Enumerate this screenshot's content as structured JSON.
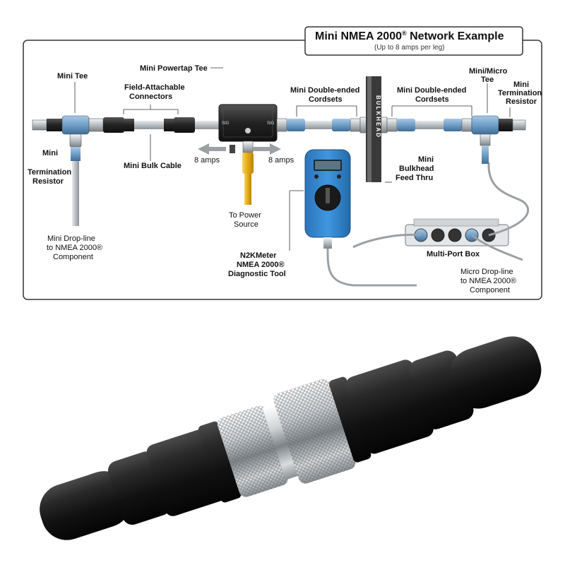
{
  "title": {
    "main": "Mini NMEA 2000",
    "reg": "®",
    "rest": " Network Example",
    "subtitle": "(Up to 8 amps per leg)"
  },
  "labels": {
    "mini_tee": "Mini Tee",
    "field_attachable_1": "Field-Attachable",
    "field_attachable_2": "Connectors",
    "powertap_tee": "Mini Powertap Tee",
    "double_ended_left_1": "Mini Double-ended",
    "double_ended_left_2": "Cordsets",
    "double_ended_right_1": "Mini Double-ended",
    "double_ended_right_2": "Cordsets",
    "mini_micro_tee_1": "Mini/Micro",
    "mini_micro_tee_2": "Tee",
    "term_right_1": "Mini",
    "term_right_2": "Termination",
    "term_right_3": "Resistor",
    "term_left_1": "Mini",
    "term_left_2": "Termination",
    "term_left_3": "Resistor",
    "bulk_cable": "Mini Bulk Cable",
    "amps_left": "8 amps",
    "amps_right": "8 amps",
    "power_source_1": "To Power",
    "power_source_2": "Source",
    "bulkhead_1": "Mini",
    "bulkhead_2": "Bulkhead",
    "bulkhead_3": "Feed Thru",
    "drop_line_1": "Mini Drop-line",
    "drop_line_2": "to NMEA 2000®",
    "drop_line_3": "Component",
    "n2k_1": "N2KMeter",
    "n2k_2": "NMEA 2000®",
    "n2k_3": "Diagnostic Tool",
    "multiport": "Multi-Port Box",
    "micro_drop_1": "Micro Drop-line",
    "micro_drop_2": "to NMEA 2000®",
    "micro_drop_3": "Component",
    "bulkhead_text": "BULKHEAD"
  },
  "colors": {
    "frame": "#333333",
    "cable": "#c9cdd0",
    "accent_blue": "#6f9fc8",
    "meter_blue": "#2f86d1",
    "power_yellow": "#e8b21a",
    "connector_dark": "#2a2a2a",
    "chrome": "#d4d8dc"
  },
  "icons": {
    "arrow_left": "arrow-left-icon",
    "arrow_right": "arrow-right-icon"
  }
}
